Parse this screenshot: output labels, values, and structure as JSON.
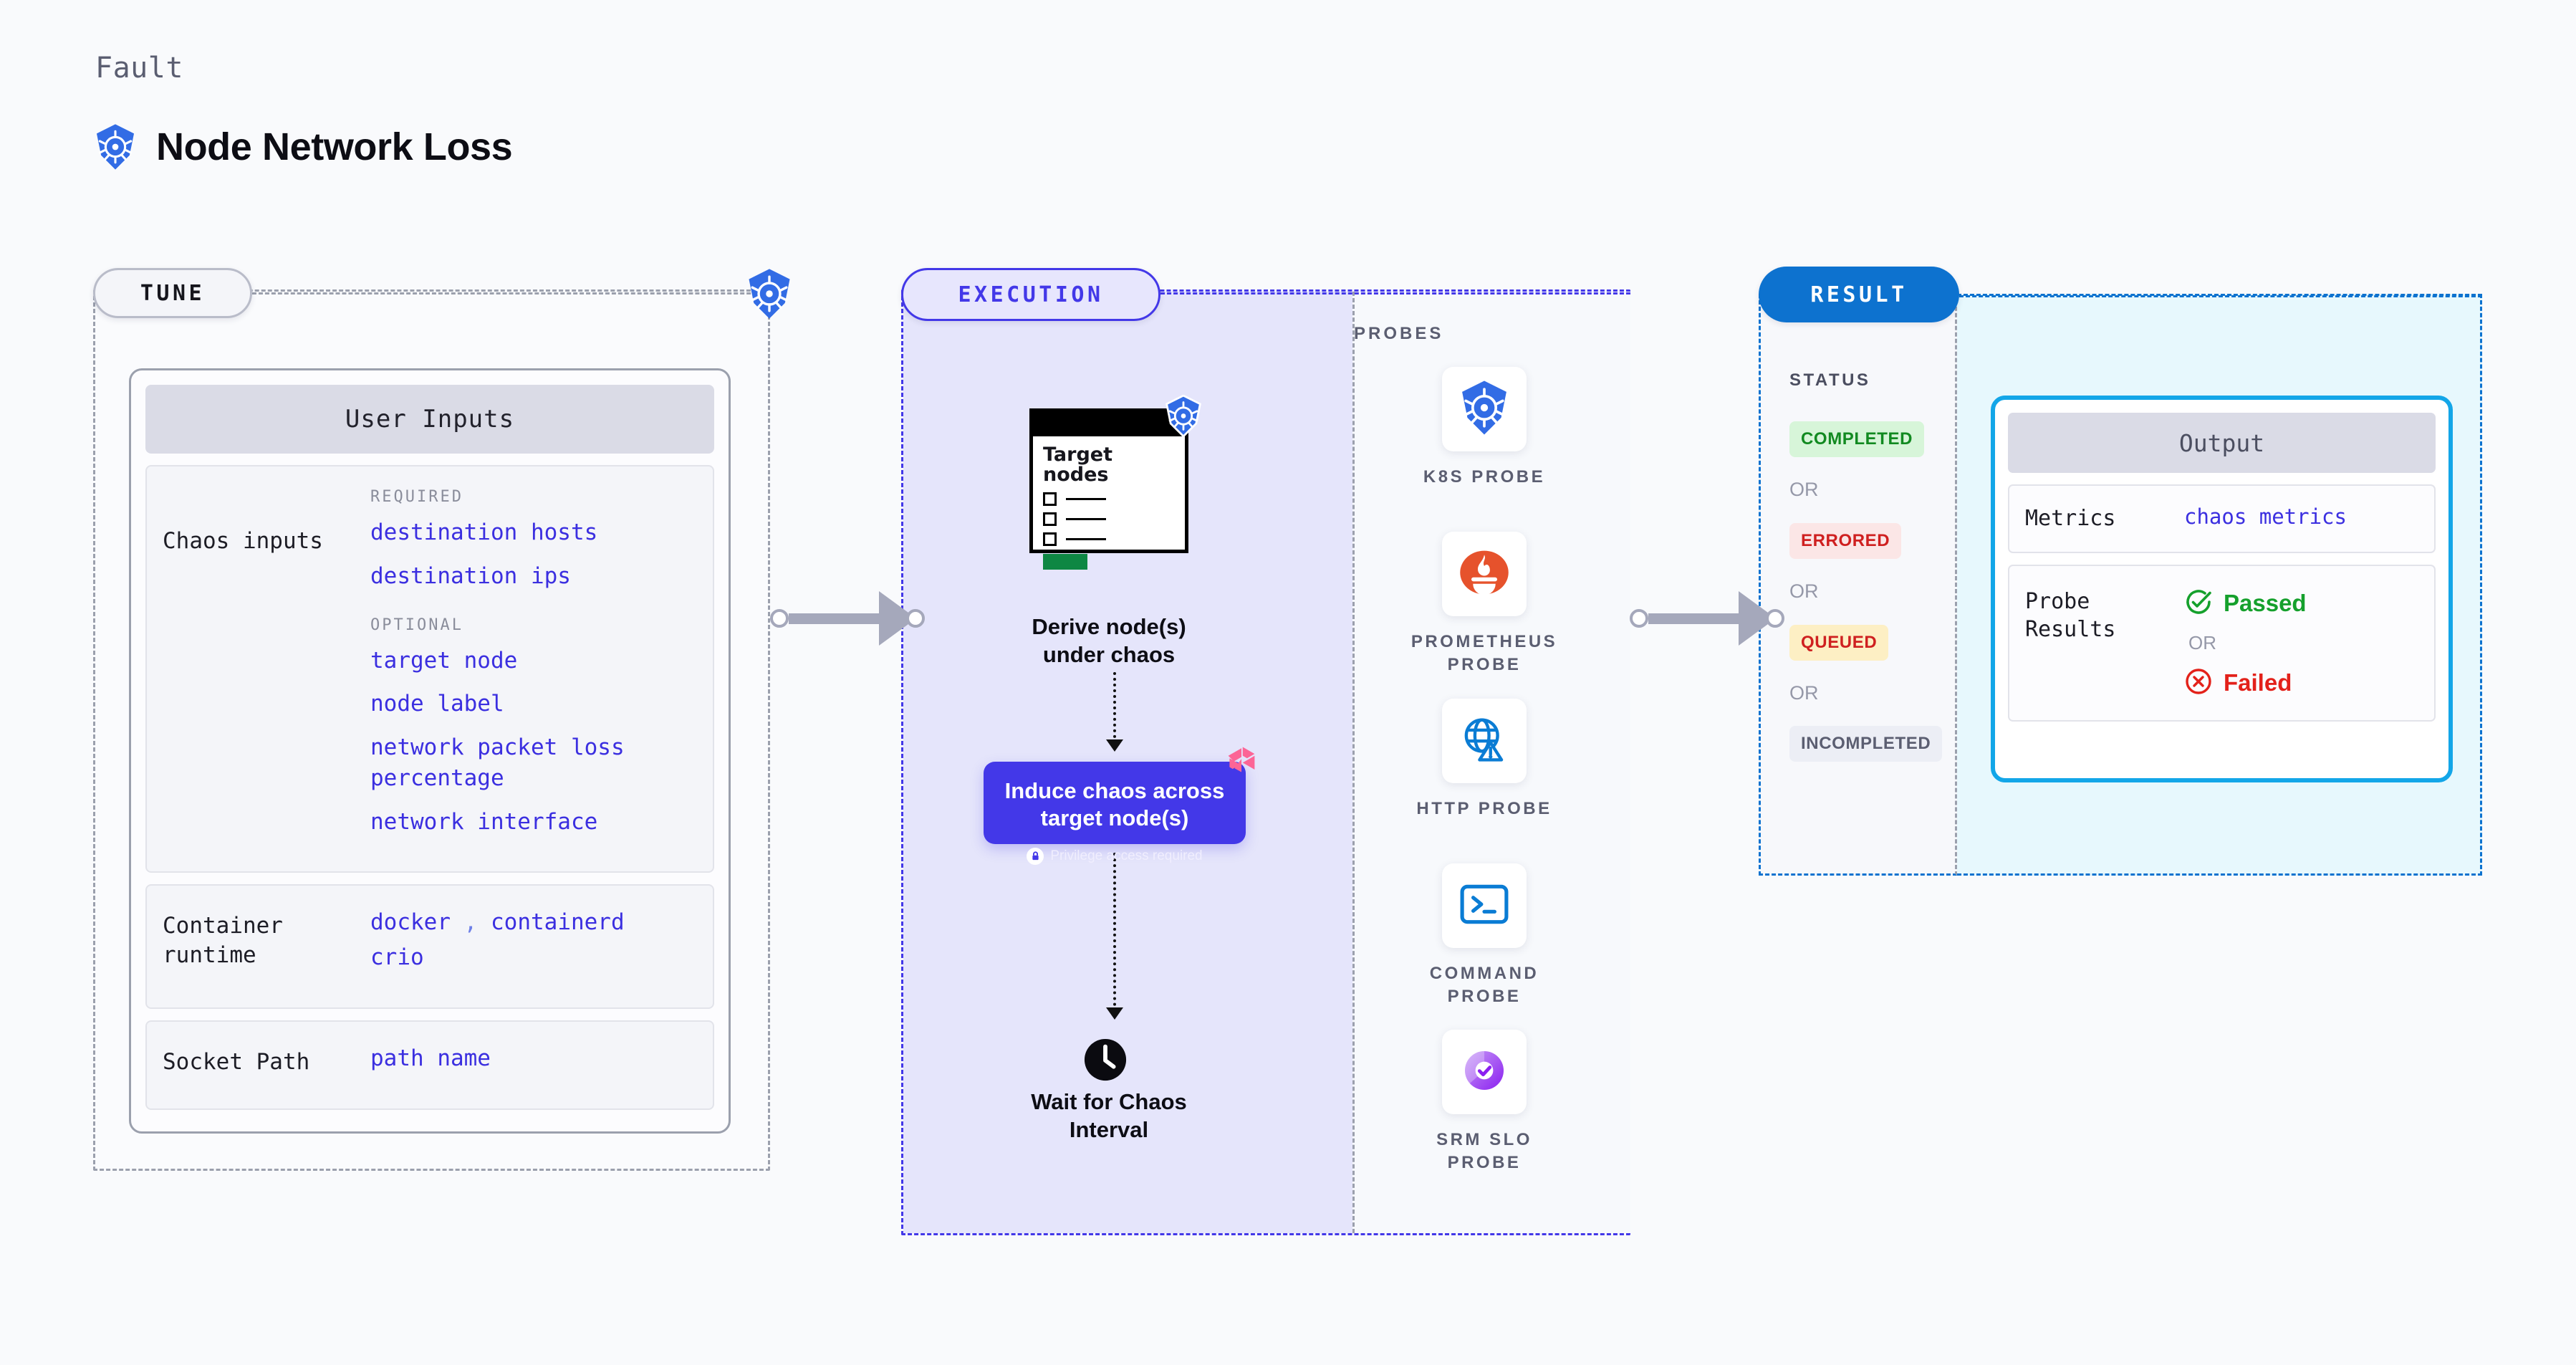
{
  "header": {
    "eyebrow": "Fault",
    "title": "Node Network Loss",
    "logo_icon": "kubernetes-icon"
  },
  "stages": {
    "tune": {
      "label": "TUNE"
    },
    "execution": {
      "label": "EXECUTION"
    },
    "result": {
      "label": "RESULT"
    }
  },
  "tune": {
    "card_title": "User Inputs",
    "sections": [
      {
        "label": "Chaos inputs",
        "groups": [
          {
            "tag": "REQUIRED",
            "values": [
              "destination hosts",
              "destination ips"
            ]
          },
          {
            "tag": "OPTIONAL",
            "values": [
              "target node",
              "node label",
              "network packet loss percentage",
              "network interface"
            ]
          }
        ]
      },
      {
        "label": "Container runtime",
        "values": [
          "docker",
          "containerd",
          "crio"
        ],
        "separator": ","
      },
      {
        "label": "Socket Path",
        "values": [
          "path name"
        ]
      }
    ]
  },
  "execution": {
    "node_card": {
      "title_line1": "Target",
      "title_line2": "nodes",
      "badge_icon": "kubernetes-icon",
      "rows": 3
    },
    "derive_label_line1": "Derive node(s)",
    "derive_label_line2": "under chaos",
    "chaos_box": {
      "line1": "Induce chaos across",
      "line2": "target node(s)",
      "note": "Privilege access required",
      "note_icon": "lock-icon",
      "corner_icon": "litmus-chaos-icon",
      "color": "#4338e8"
    },
    "wait": {
      "icon": "clock-icon",
      "label_line1": "Wait for Chaos",
      "label_line2": "Interval"
    }
  },
  "probes": {
    "title": "PROBES",
    "items": [
      {
        "name_line1": "K8S",
        "name_line2": "PROBE",
        "icon": "kubernetes-icon"
      },
      {
        "name_line1": "PROMETHEUS",
        "name_line2": "PROBE",
        "icon": "prometheus-icon"
      },
      {
        "name_line1": "HTTP",
        "name_line2": "PROBE",
        "icon": "http-globe-warning-icon"
      },
      {
        "name_line1": "COMMAND",
        "name_line2": "PROBE",
        "icon": "terminal-icon"
      },
      {
        "name_line1": "SRM SLO",
        "name_line2": "PROBE",
        "icon": "srm-slo-donut-check-icon"
      }
    ]
  },
  "result": {
    "status_title": "STATUS",
    "or_label": "OR",
    "statuses": [
      {
        "label": "COMPLETED",
        "bg": "#d7f5d9",
        "fg": "#128a21"
      },
      {
        "label": "ERRORED",
        "bg": "#fbe6e6",
        "fg": "#cf2020"
      },
      {
        "label": "QUEUED",
        "bg": "#fdefc4",
        "fg": "#cf2020"
      },
      {
        "label": "INCOMPLETED",
        "bg": "#eceef5",
        "fg": "#5b5e71"
      }
    ],
    "output": {
      "title": "Output",
      "metrics_label": "Metrics",
      "metrics_value": "chaos metrics",
      "probe_results_label_line1": "Probe",
      "probe_results_label_line2": "Results",
      "passed_label": "Passed",
      "passed_icon": "check-circle-icon",
      "failed_label": "Failed",
      "failed_icon": "x-circle-icon",
      "or_label": "OR"
    }
  },
  "colors": {
    "violet": "#4338e8",
    "blue": "#0d72cf",
    "cyan": "#13a6e8",
    "gray_dash": "#9ba0ad",
    "k8s_blue": "#326ce5",
    "litmus_pink": "#fc6596"
  }
}
